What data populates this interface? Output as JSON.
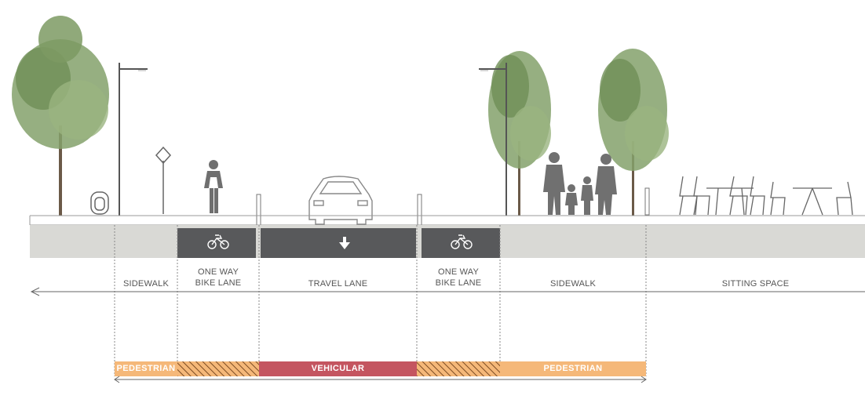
{
  "sections": [
    {
      "label": "SIDEWALK"
    },
    {
      "label_line1": "ONE WAY",
      "label_line2": "BIKE LANE"
    },
    {
      "label": "TRAVEL LANE"
    },
    {
      "label_line1": "ONE WAY",
      "label_line2": "BIKE LANE"
    },
    {
      "label": "SIDEWALK"
    },
    {
      "label": "SITTING SPACE"
    }
  ],
  "zones": {
    "pedestrian_left": "PEDESTRIAN",
    "vehicular": "VEHICULAR",
    "pedestrian_right": "PEDESTRIAN"
  },
  "lane_icons": [
    "bicycle-icon",
    "down-arrow-icon",
    "bicycle-icon"
  ],
  "colors": {
    "ground": "#d9d9d5",
    "lane_dark": "#58595b",
    "pedestrian": "#f5b879",
    "vehicular": "#c45560",
    "hatch": "#e89a55",
    "tree": "#7a9560",
    "figure": "#707070"
  }
}
